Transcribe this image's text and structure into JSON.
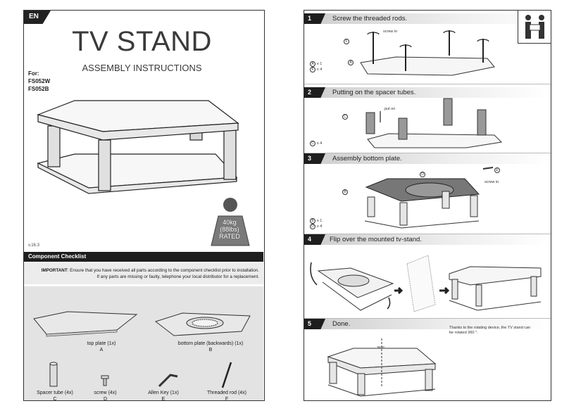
{
  "left_page": {
    "language": "EN",
    "title": "TV STAND",
    "subtitle": "ASSEMBLY INSTRUCTIONS",
    "for_label": "For:",
    "models": [
      "FS052W",
      "FS052B"
    ],
    "weight_rating": [
      "40kg",
      "(88lbs)",
      "RATED"
    ],
    "version": "v.16.3",
    "checklist_title": "Component Checklist",
    "important_label": "IMPORTANT",
    "important_line1": ": Ensure that you have received all parts according to the component checklist prior to installation.",
    "important_line2": "If any parts are missing or faulty, telephone your local distributor for a replacement.",
    "parts": [
      {
        "name": "top plate (1x)",
        "letter": "A"
      },
      {
        "name": "bottom plate (backwards) (1x)",
        "letter": "B"
      },
      {
        "name": "Spacer tube (4x)",
        "letter": "C"
      },
      {
        "name": "screw (4x)",
        "letter": "D"
      },
      {
        "name": "Allen Key (1x)",
        "letter": "E"
      },
      {
        "name": "Threaded rod (4x)",
        "letter": "F"
      }
    ]
  },
  "right_page": {
    "steps": [
      {
        "num": "1",
        "text": "Screw the threaded rods.",
        "callout": "screw in",
        "qty": [
          {
            "letter": "A",
            "count": "x 1"
          },
          {
            "letter": "F",
            "count": "x 4"
          }
        ],
        "labels": [
          "F",
          "A"
        ]
      },
      {
        "num": "2",
        "text": "Putting on  the spacer tubes.",
        "callout": "put on",
        "qty": [
          {
            "letter": "C",
            "count": "x 4"
          }
        ],
        "labels": [
          "C"
        ]
      },
      {
        "num": "3",
        "text": "Assembly bottom plate.",
        "callout": "screw in",
        "qty": [
          {
            "letter": "B",
            "count": "x 1"
          },
          {
            "letter": "D",
            "count": "x 4"
          }
        ],
        "labels": [
          "D",
          "E",
          "B"
        ]
      },
      {
        "num": "4",
        "text": "Flip over the mounted tv-stand."
      },
      {
        "num": "5",
        "text": "Done.",
        "rotation": "360°"
      }
    ],
    "note": "Thanks to the rotating device, the TV stand can be rotated 360 °."
  }
}
